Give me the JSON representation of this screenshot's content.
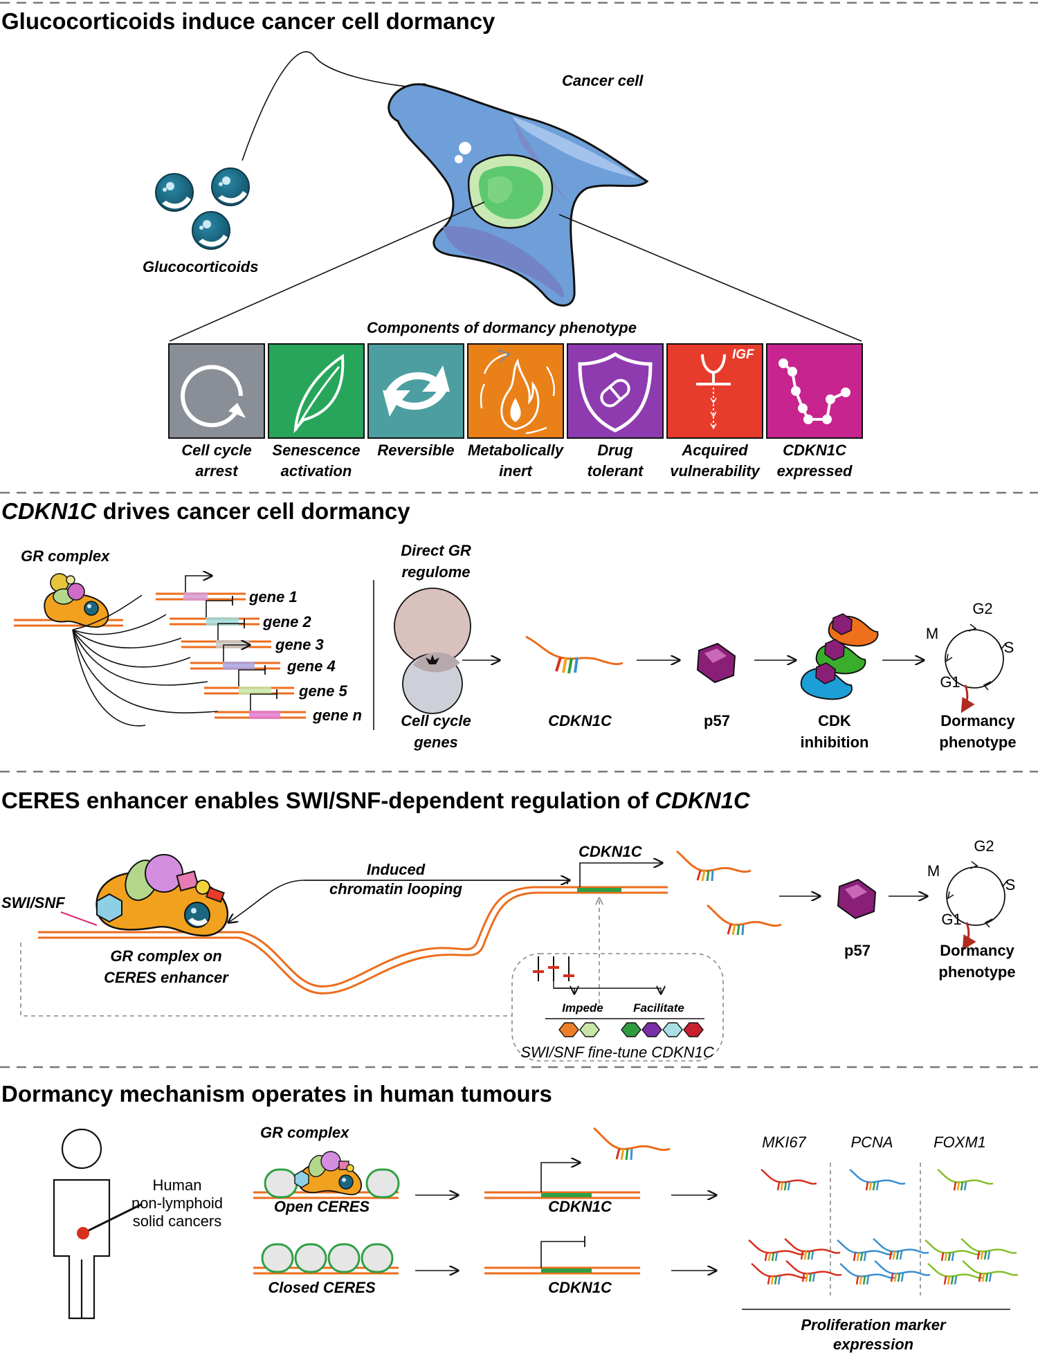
{
  "section1": {
    "title": "Glucocorticoids induce cancer cell dormancy",
    "cancer_cell_label": "Cancer cell",
    "glucocorticoids_label": "Glucocorticoids",
    "components_title": "Components of dormancy phenotype",
    "components": [
      {
        "line1": "Cell cycle",
        "line2": "arrest",
        "color": "#8a8e96",
        "icon": "cycle-arrow-icon"
      },
      {
        "line1": "Senescence",
        "line2": "activation",
        "color": "#27a55a",
        "icon": "leaf-icon"
      },
      {
        "line1": "Reversible",
        "line2": "",
        "color": "#4d9ea0",
        "icon": "reverse-arrows-icon"
      },
      {
        "line1": "Metabolically",
        "line2": "inert",
        "color": "#ea8018",
        "icon": "flame-icon"
      },
      {
        "line1": "Drug",
        "line2": "tolerant",
        "color": "#8e3bb0",
        "icon": "shield-pill-icon"
      },
      {
        "line1": "Acquired",
        "line2": "vulnerability",
        "color": "#e73c2b",
        "icon": "receptor-icon",
        "tag": "IGF"
      },
      {
        "line1": "CDKN1C",
        "line2": "expressed",
        "color": "#c72490",
        "icon": "chain-icon"
      }
    ]
  },
  "section2": {
    "title_italic": "CDKN1C",
    "title_rest": " drives cancer cell dormancy",
    "gr_complex": "GR complex",
    "genes": [
      "gene 1",
      "gene 2",
      "gene 3",
      "gene 4",
      "gene 5",
      "gene n"
    ],
    "venn_top_line1": "Direct GR",
    "venn_top_line2": "regulome",
    "venn_bottom_line1": "Cell cycle",
    "venn_bottom_line2": "genes",
    "cdkn1c": "CDKN1C",
    "p57": "p57",
    "cdk_line1": "CDK",
    "cdk_line2": "inhibition",
    "cycle": {
      "g2": "G2",
      "m": "M",
      "s": "S",
      "g1": "G1"
    },
    "dormancy_line1": "Dormancy",
    "dormancy_line2": "phenotype"
  },
  "section3": {
    "title_rest": "CERES enhancer enables SWI/SNF-dependent regulation of ",
    "title_italic": "CDKN1C",
    "swisnf": "SWI/SNF",
    "gr_on_line1": "GR complex on",
    "gr_on_line2": "CERES enhancer",
    "looping_line1": "Induced",
    "looping_line2": "chromatin looping",
    "cdkn1c": "CDKN1C",
    "p57": "p57",
    "impede": "Impede",
    "facilitate": "Facilitate",
    "finetune": "SWI/SNF fine-tune CDKN1C",
    "cycle": {
      "g2": "G2",
      "m": "M",
      "s": "S",
      "g1": "G1"
    },
    "dormancy_line1": "Dormancy",
    "dormancy_line2": "phenotype"
  },
  "section4": {
    "title": "Dormancy mechanism operates in human tumours",
    "human_line1": "Human",
    "human_line2": "non-lymphoid",
    "human_line3": "solid cancers",
    "gr_complex": "GR complex",
    "open_ceres": "Open CERES",
    "closed_ceres": "Closed CERES",
    "cdkn1c": "CDKN1C",
    "markers": [
      "MKI67",
      "PCNA",
      "FOXM1"
    ],
    "marker_colors": [
      "#d6301e",
      "#3a8fd0",
      "#84bf2a"
    ],
    "prolif_line1": "Proliferation marker",
    "prolif_line2": "expression"
  }
}
